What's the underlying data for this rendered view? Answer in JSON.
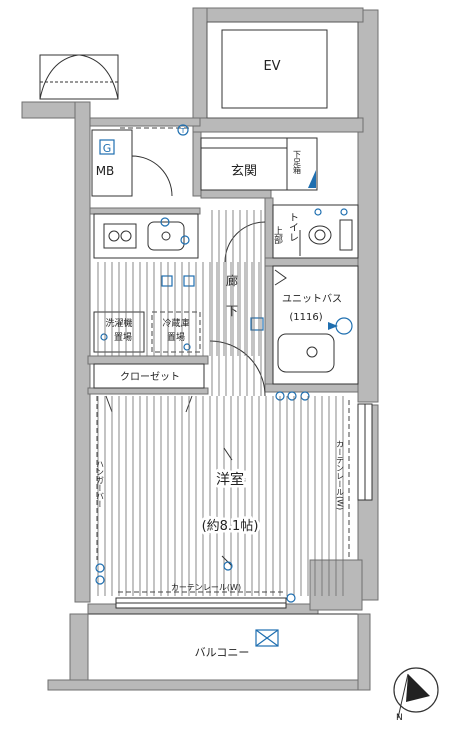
{
  "rooms": {
    "ev": "EV",
    "mb": "MB",
    "genkan": "玄関",
    "shoebox": "下足箱",
    "toilet": "トイレ",
    "upper_part": "上部",
    "hallway": "廊下",
    "unit_bath": "ユニットバス",
    "unit_bath_size": "(1116)",
    "washer": "洗濯機",
    "washer_place": "置場",
    "fridge": "冷蔵庫",
    "fridge_place": "置場",
    "closet": "クローゼット",
    "western_room": "洋室",
    "western_room_size": "(約8.1帖)",
    "balcony": "バルコニー"
  },
  "labels": {
    "curtain_rail_right": "カーテンレール(W)",
    "curtain_rail_bottom": "カーテンレール(W)",
    "hanger_bar": "ハンガーバー",
    "g_mark": "G",
    "t_mark": "T"
  },
  "colors": {
    "wall": "#b9b9b9",
    "line": "#333333",
    "fixture": "#1f6fb0"
  },
  "icons": {
    "compass": "north-arrow-icon"
  }
}
